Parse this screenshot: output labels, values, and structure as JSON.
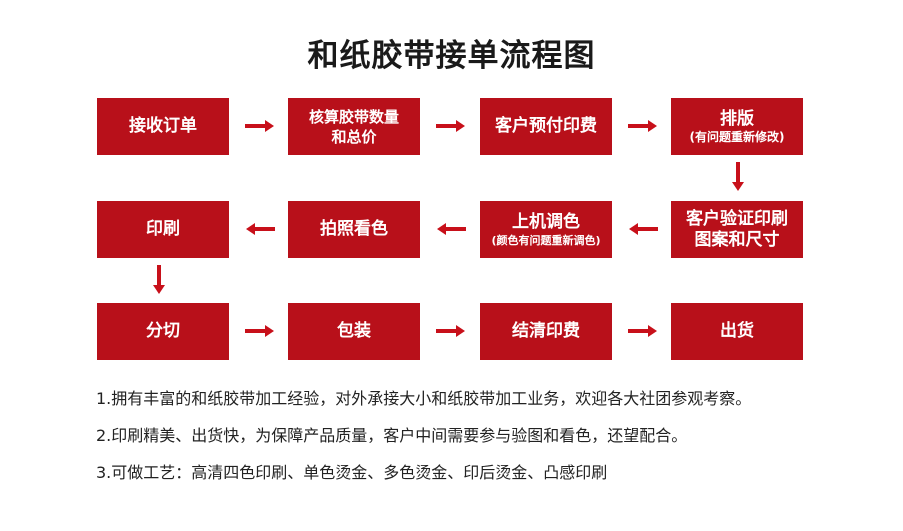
{
  "title": "和纸胶带接单流程图",
  "steps": {
    "s1": {
      "label": "接收订单"
    },
    "s2": {
      "label": "核算胶带数量",
      "label2": "和总价"
    },
    "s3": {
      "label": "客户预付印费"
    },
    "s4": {
      "label": "排版",
      "sub": "(有问题重新修改)"
    },
    "s5": {
      "label": "客户验证印刷",
      "label2": "图案和尺寸"
    },
    "s6": {
      "label": "上机调色",
      "sub": "(颜色有问题重新调色)"
    },
    "s7": {
      "label": "拍照看色"
    },
    "s8": {
      "label": "印刷"
    },
    "s9": {
      "label": "分切"
    },
    "s10": {
      "label": "包装"
    },
    "s11": {
      "label": "结清印费"
    },
    "s12": {
      "label": "出货"
    }
  },
  "notes": [
    "1.拥有丰富的和纸胶带加工经验，对外承接大小和纸胶带加工业务，欢迎各大社团参观考察。",
    "2.印刷精美、出货快，为保障产品质量，客户中间需要参与验图和看色，还望配合。",
    "3.可做工艺：高清四色印刷、单色烫金、多色烫金、印后烫金、凸感印刷"
  ],
  "colors": {
    "box": "#b8101a",
    "arrow": "#c8101a",
    "text": "#ffffff"
  }
}
